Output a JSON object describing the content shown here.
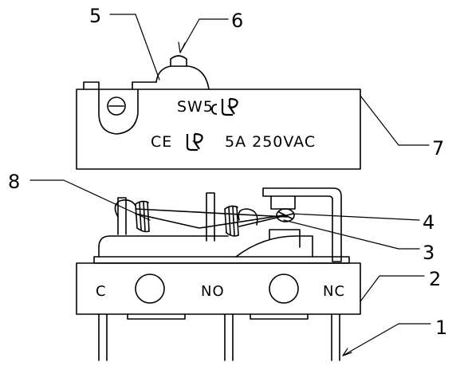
{
  "diagram": {
    "callouts": [
      "1",
      "2",
      "3",
      "4",
      "5",
      "6",
      "7",
      "8"
    ],
    "switch_model": "SW5",
    "rating": "5A 250VAC",
    "terminals": [
      "C",
      "NO",
      "NC"
    ],
    "certification_marks": [
      "CE",
      "cUR",
      "UR"
    ],
    "line_color": "#000000"
  }
}
